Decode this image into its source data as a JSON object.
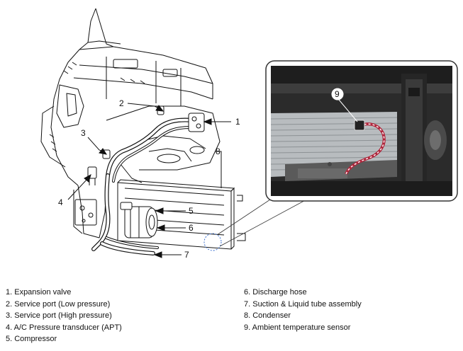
{
  "callouts": {
    "c1": "1",
    "c2": "2",
    "c3": "3",
    "c4": "4",
    "c5": "5",
    "c6": "6",
    "c7": "7",
    "c8": "8",
    "c9": "9"
  },
  "legend": {
    "left": [
      "1. Expansion valve",
      "2. Service port (Low pressure)",
      "3. Service port (High pressure)",
      "4. A/C Pressure transducer (APT)",
      "5. Compressor"
    ],
    "right": [
      "6. Discharge hose",
      "7. Suction & Liquid tube assembly",
      "8. Condenser",
      "9. Ambient temperature sensor"
    ]
  },
  "colors": {
    "line": "#111111",
    "sensor_wire": "#b0263c",
    "detail_circle": "#3a6fd0",
    "inset_frame": "#333333"
  }
}
